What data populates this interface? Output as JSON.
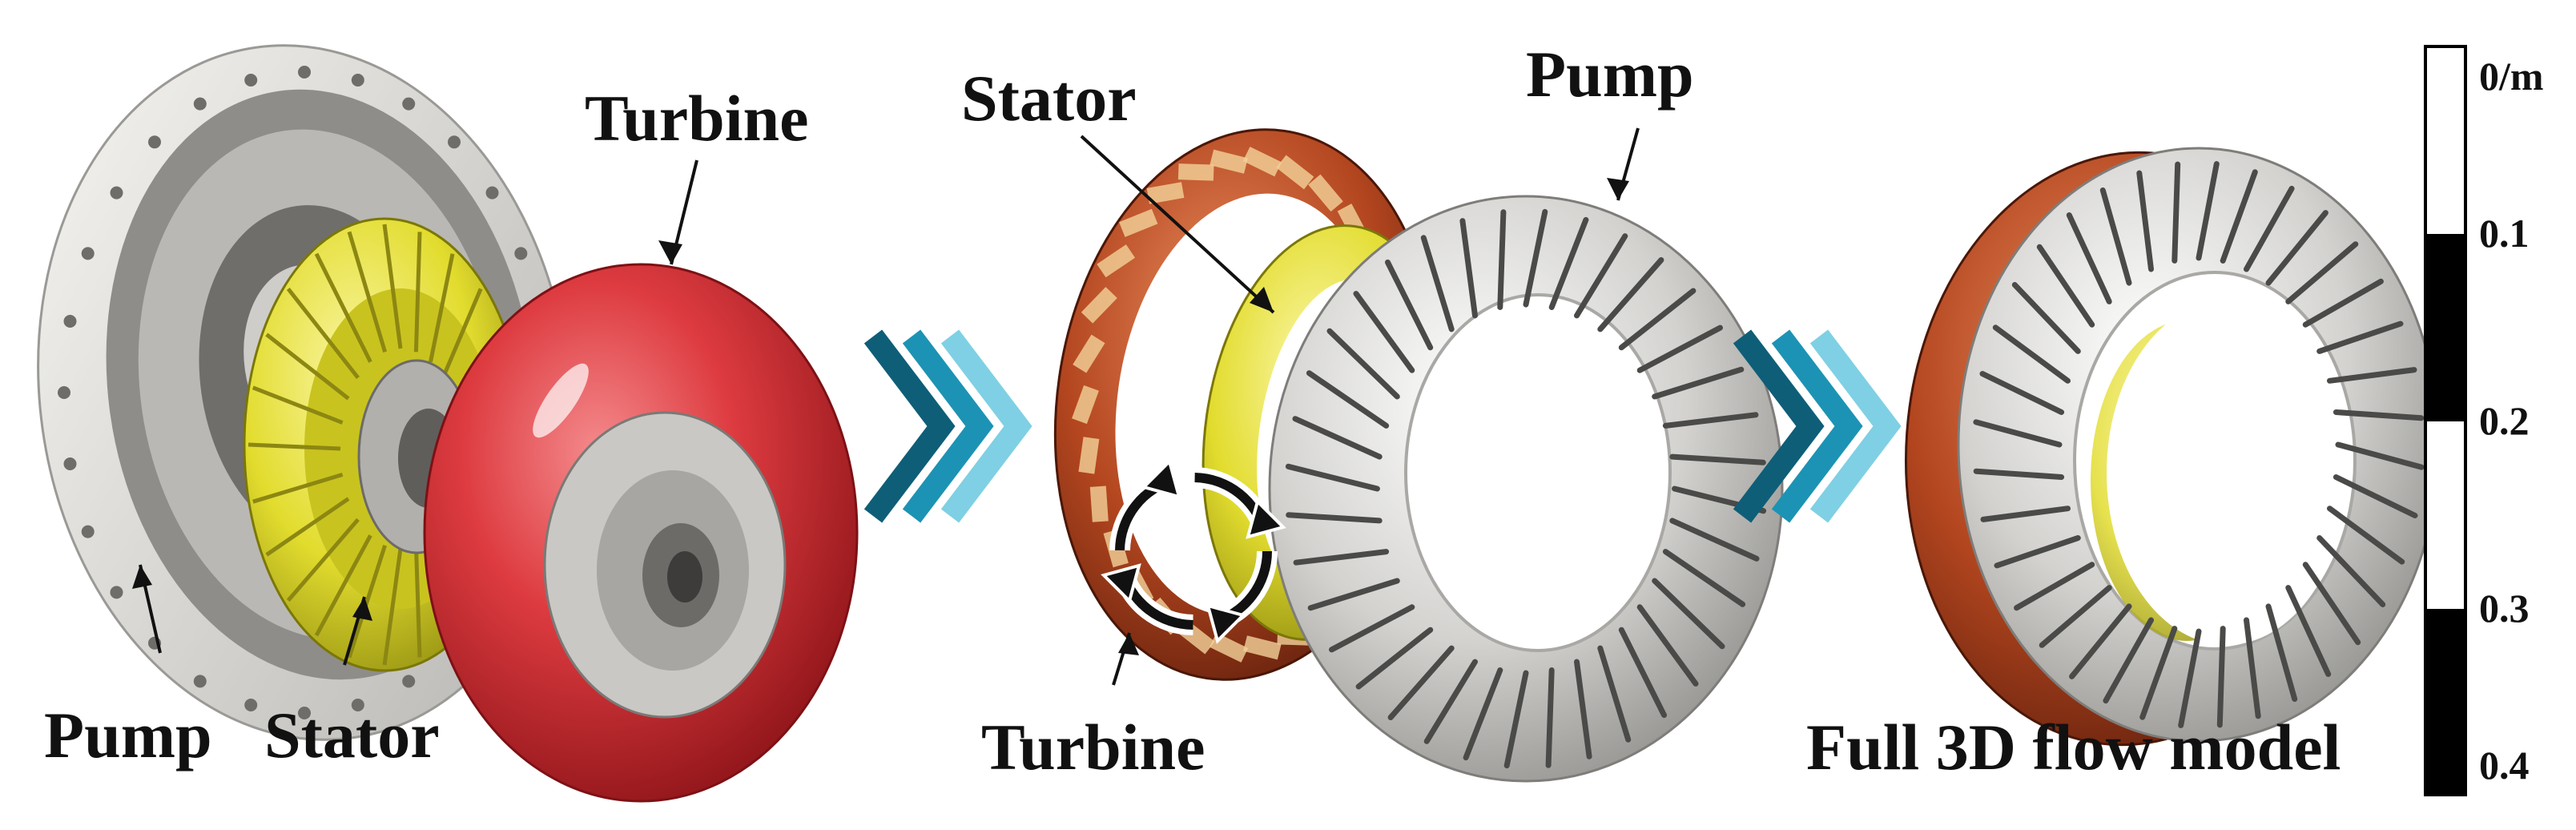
{
  "labels": {
    "assembly": {
      "turbine": "Turbine",
      "stator": "Stator",
      "pump": "Pump"
    },
    "exploded": {
      "stator": "Stator",
      "pump": "Pump",
      "turbine": "Turbine"
    },
    "model": {
      "caption": "Full 3D flow model"
    }
  },
  "scale_bar": {
    "unit_label": "0/m",
    "ticks": [
      "0.1",
      "0.2",
      "0.3",
      "0.4"
    ]
  },
  "colors": {
    "turbine": "#d8343a",
    "turbine_blade": "#b34a26",
    "stator": "#e4df3a",
    "pump": "#d4d2cf",
    "housing": "#e6e5e1",
    "arrow_dark": "#0e5e78",
    "arrow_mid": "#1c93b4",
    "arrow_light": "#7fd0e4",
    "scale_black": "#000000"
  },
  "icons": [
    "chevron-arrow-icon",
    "rotation-arrows-icon"
  ]
}
